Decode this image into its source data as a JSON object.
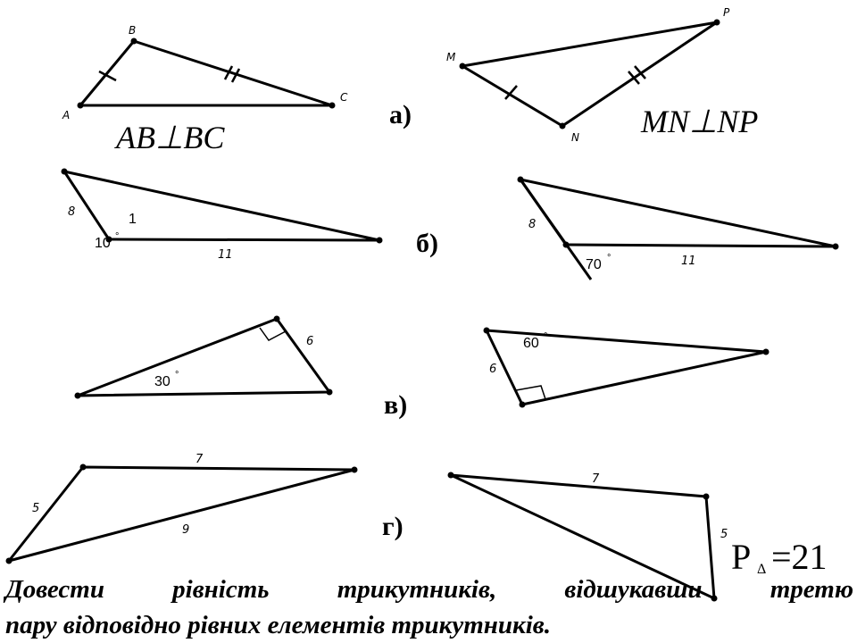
{
  "parts": {
    "a": {
      "label": "а)",
      "left_vertices": [
        "B",
        "A",
        "C"
      ],
      "right_vertices": [
        "P",
        "M",
        "N"
      ],
      "left_condition": "AB⊥BC",
      "right_condition": "MN⊥NP"
    },
    "b": {
      "label": "б)",
      "left_sides": [
        "8",
        "11"
      ],
      "left_angle": "10",
      "left_stray": "1",
      "left_angle_deg": "°",
      "right_sides": [
        "8",
        "11"
      ],
      "right_angle": "70",
      "right_angle_deg": "°"
    },
    "c": {
      "label": "в)",
      "left_side": "6",
      "left_angle": "30",
      "left_angle_deg": "°",
      "right_side": "6",
      "right_angle": "60",
      "right_angle_deg": "°"
    },
    "d": {
      "label": "г)",
      "left_sides": [
        "7",
        "5",
        "9"
      ],
      "right_sides": [
        "7",
        "5"
      ],
      "perimeter_symbol": "P",
      "perimeter_sub": "Δ",
      "perimeter_value": "=21"
    }
  },
  "task": {
    "line1": "Довести рівність трикутників, відшукавши третю",
    "line2": "пару відповідно рівних елементів трикутників."
  }
}
